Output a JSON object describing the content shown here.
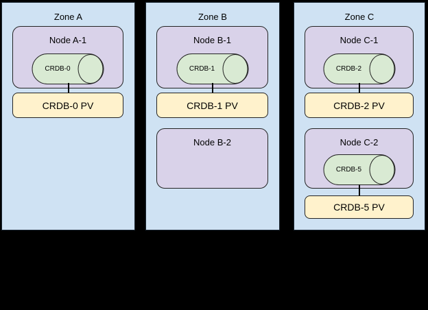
{
  "colors": {
    "background": "#000000",
    "zone_fill": "#cfe2f3",
    "node_fill": "#d9d2e9",
    "database_fill": "#d9ead3",
    "pv_fill": "#fff2cc",
    "shape_border": "#232323",
    "connector": "#000000",
    "text": "#000000"
  },
  "zones": [
    {
      "label": "Zone A",
      "nodes": [
        {
          "label": "Node A-1",
          "db_label": "CRDB-0",
          "pv_label": "CRDB-0 PV"
        }
      ]
    },
    {
      "label": "Zone B",
      "nodes": [
        {
          "label": "Node B-1",
          "db_label": "CRDB-1",
          "pv_label": "CRDB-1 PV"
        },
        {
          "label": "Node B-2"
        }
      ]
    },
    {
      "label": "Zone C",
      "nodes": [
        {
          "label": "Node C-1",
          "db_label": "CRDB-2",
          "pv_label": "CRDB-2 PV"
        },
        {
          "label": "Node C-2",
          "db_label": "CRDB-5",
          "pv_label": "CRDB-5 PV"
        }
      ]
    }
  ]
}
